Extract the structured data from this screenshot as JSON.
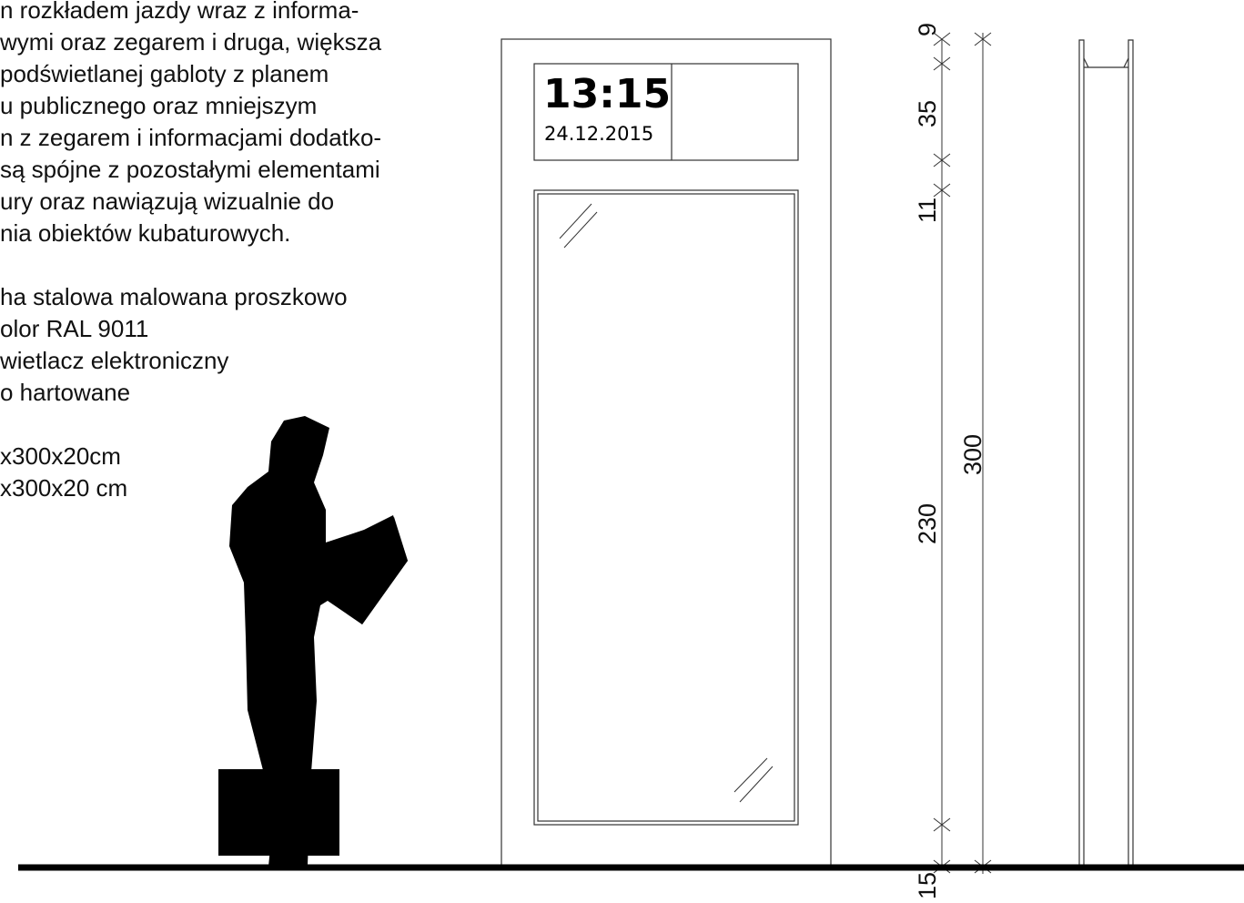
{
  "description": {
    "lines": [
      "n rozkładem jazdy wraz z informa-",
      "wymi oraz zegarem i druga, większa",
      " podświetlanej gabloty z planem",
      "u publicznego oraz mniejszym",
      "n z zegarem i informacjami dodatko-",
      "są spójne z pozostałymi elementami",
      "ury oraz nawiązują wizualnie do",
      "nia obiektów kubaturowych."
    ],
    "materials": [
      "ha stalowa malowana proszkowo",
      "olor RAL 9011",
      "wietlacz elektroniczny",
      "o hartowane"
    ],
    "dimensions": [
      "x300x20cm",
      "x300x20 cm"
    ]
  },
  "display": {
    "time": "13:15",
    "date": "24.12.2015"
  },
  "dimension_labels": {
    "top": "9",
    "display": "35",
    "gap": "11",
    "case": "230",
    "total": "300",
    "bottom": "15"
  },
  "colors": {
    "ink": "#000000",
    "line": "#333333",
    "background": "#ffffff"
  }
}
